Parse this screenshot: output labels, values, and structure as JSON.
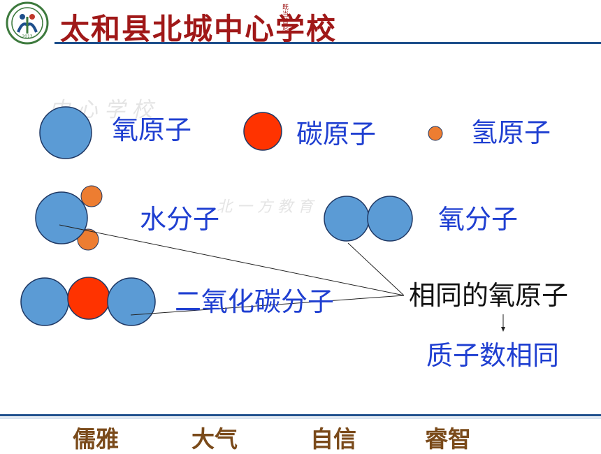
{
  "header": {
    "school_name": "太和县北城中心学校",
    "logo_text": "太和县北城中心学校",
    "logo_year": "2013",
    "small_motto": "既 当 首 尼"
  },
  "watermarks": [
    "中 心 学 校",
    "北 一 方 教 育"
  ],
  "legend": {
    "oxygen_atom": "氧原子",
    "carbon_atom": "碳原子",
    "hydrogen_atom": "氢原子"
  },
  "molecules": {
    "water": "水分子",
    "oxygen": "氧分子",
    "carbon_dioxide": "二氧化碳分子"
  },
  "annotation": {
    "same_oxygen_atom": "相同的氧原子",
    "same_proton_number": "质子数相同"
  },
  "footer": {
    "mottos": [
      "儒雅",
      "大气",
      "自信",
      "睿智"
    ]
  },
  "colors": {
    "oxygen": "#5b9bd5",
    "carbon": "#ff3300",
    "hydrogen": "#ed7d31",
    "label_blue": "#1f3fd1",
    "rule_blue": "#1e4f8c",
    "header_red": "#a01818"
  }
}
